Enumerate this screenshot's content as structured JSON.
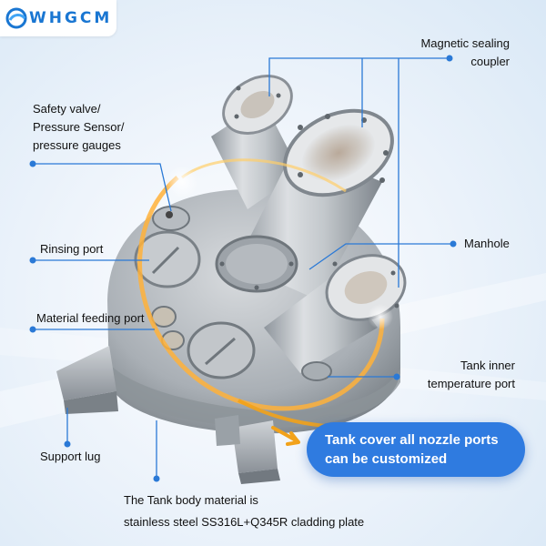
{
  "brand": {
    "name": "WHGCM",
    "color": "#1976d2"
  },
  "labels": {
    "magnetic_l1": "Magnetic sealing",
    "magnetic_l2": "coupler",
    "safety_l1": "Safety valve/",
    "safety_l2": "Pressure Sensor/",
    "safety_l3": "pressure gauges",
    "rinsing": "Rinsing port",
    "manhole": "Manhole",
    "feeding": "Material feeding port",
    "temp_l1": "Tank inner",
    "temp_l2": "temperature port",
    "support": "Support lug",
    "body_l1": "The Tank body material is",
    "body_l2": "stainless steel SS316L+Q345R cladding plate"
  },
  "callout": {
    "line1": "Tank cover all nozzle ports",
    "line2": "can be customized",
    "color": "#2f7be0"
  },
  "colors": {
    "leader": "#2a79d6",
    "steel_light": "#d3d7db",
    "steel_dark": "#7f868d",
    "glow": "#f2a21a"
  }
}
